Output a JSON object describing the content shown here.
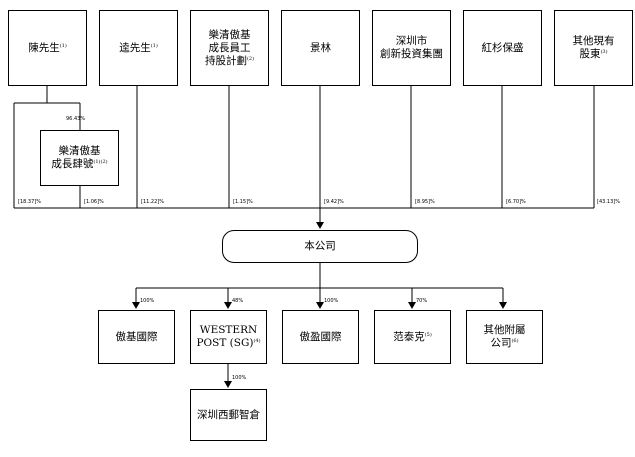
{
  "shareholders": [
    {
      "label": "陳先生",
      "note": "(1)"
    },
    {
      "label": "逵先生",
      "note": "(1)"
    },
    {
      "label": "樂清傲基\n成長員工\n持股計劃",
      "note": "(2)"
    },
    {
      "label": "景林",
      "note": ""
    },
    {
      "label": "深圳市\n創新投資集團",
      "note": ""
    },
    {
      "label": "紅杉保盛",
      "note": ""
    },
    {
      "label": "其他現有\n股東",
      "note": "(3)"
    }
  ],
  "partnership": {
    "label": "樂清傲基\n成長肆號",
    "note": "(1)(2)"
  },
  "partnership_stake": "96.43%",
  "holdings": [
    "[18.37]%",
    "[1.06]%",
    "[11.22]%",
    "[1.15]%",
    "[9.42]%",
    "[8.95]%",
    "[6.70]%",
    "[43.13]%"
  ],
  "company": {
    "label": "本公司"
  },
  "subsidiaries": [
    {
      "label": "傲基國際",
      "note": "",
      "pct": "100%"
    },
    {
      "label": "WESTERN\nPOST (SG)",
      "note": "(4)",
      "pct": "48%"
    },
    {
      "label": "傲盈國際",
      "note": "",
      "pct": "100%"
    },
    {
      "label": "范泰克",
      "note": "(5)",
      "pct": "70%"
    },
    {
      "label": "其他附屬\n公司",
      "note": "(6)",
      "pct": ""
    }
  ],
  "sub_subsidiary": {
    "label": "深圳西郵智倉",
    "pct": "100%"
  }
}
